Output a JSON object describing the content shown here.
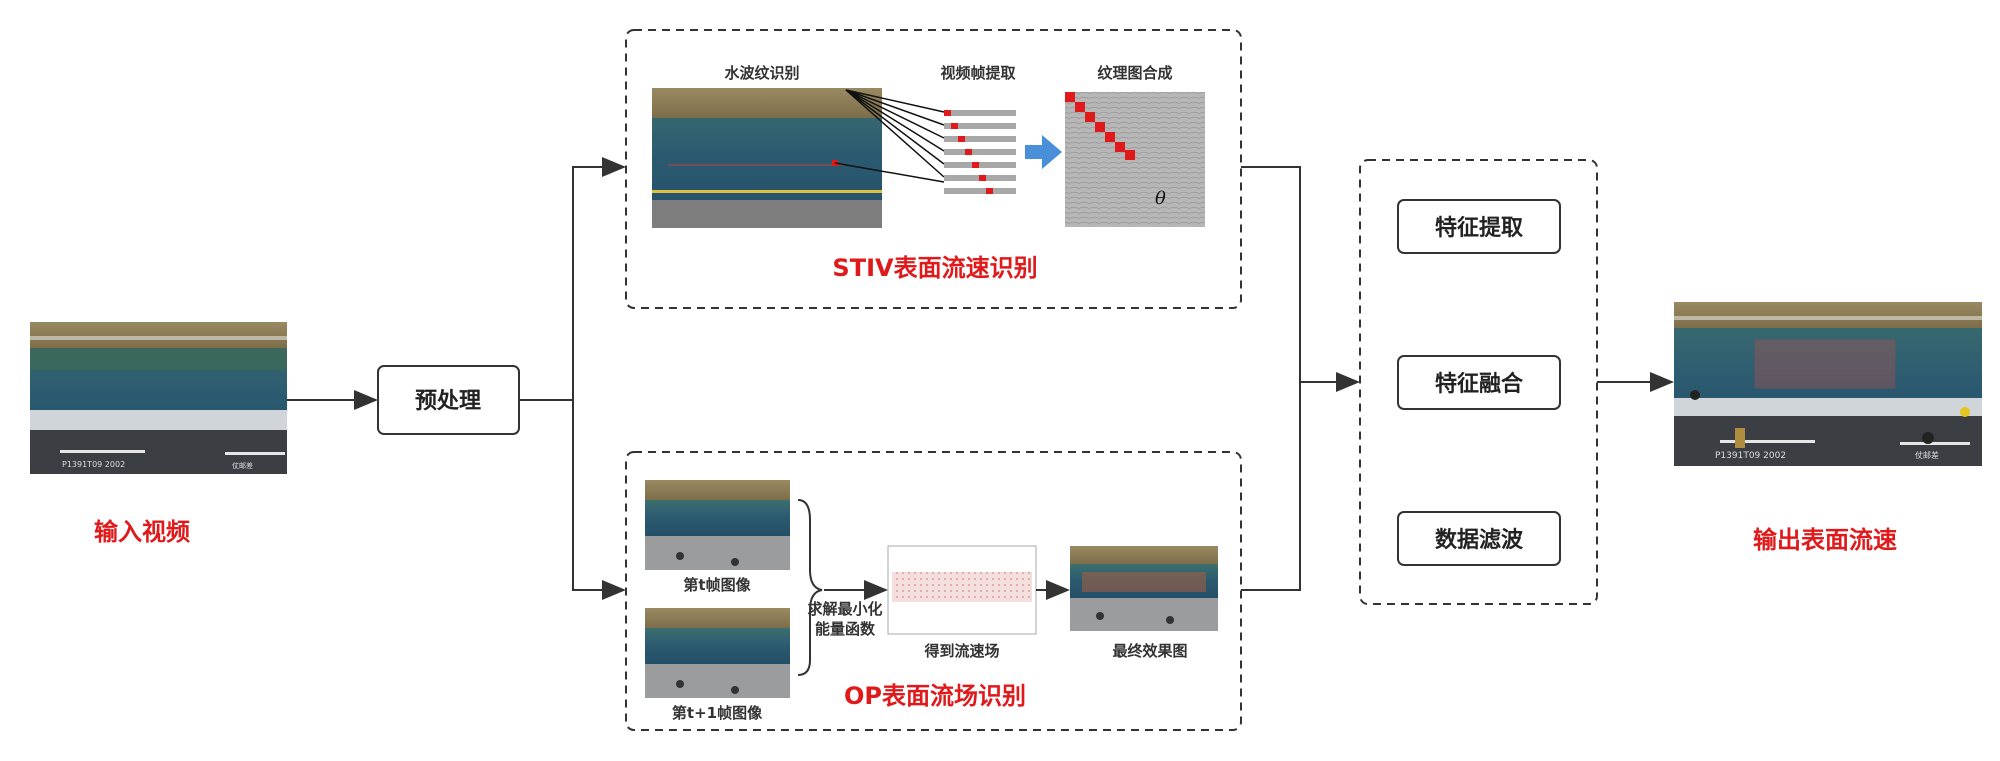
{
  "input": {
    "label": "输入视频",
    "caption_text": "P1391T09  2002",
    "caption_tag": "仗邮差"
  },
  "preprocess": {
    "label": "预处理"
  },
  "stiv": {
    "title": "STIV表面流速识别",
    "step1": "水波纹识别",
    "step2": "视频帧提取",
    "step3": "纹理图合成",
    "theta": "θ"
  },
  "op": {
    "title": "OP表面流场识别",
    "frame_t": "第t帧图像",
    "frame_t1": "第t+1帧图像",
    "solve_line1": "求解最小化",
    "solve_line2": "能量函数",
    "flow_field": "得到流速场",
    "final": "最终效果图"
  },
  "fusion": {
    "feature_extract": "特征提取",
    "feature_fusion": "特征融合",
    "data_filter": "数据滤波"
  },
  "output": {
    "label": "输出表面流速",
    "caption_text": "P1391T09  2002",
    "caption_tag": "仗邮差"
  },
  "colors": {
    "accent_red": "#e0191b",
    "arrow_blue": "#4a90d9",
    "line": "#333333"
  }
}
